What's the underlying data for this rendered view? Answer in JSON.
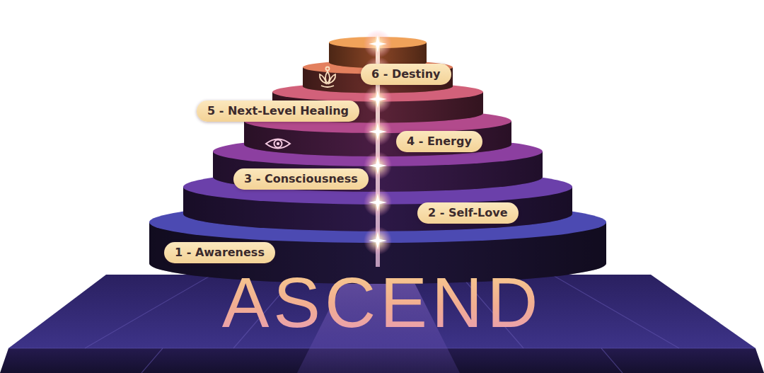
{
  "diagram": {
    "title": "ASCEND",
    "nodes": [
      {
        "text": [
          "6 - Destiny"
        ]
      },
      {
        "text": [
          "5 - Next-Level Healing"
        ]
      },
      {
        "text": [
          "4 - Energy"
        ]
      },
      {
        "text": [
          "3 - Consciousness"
        ]
      },
      {
        "text": [
          "2 - Self-Love"
        ]
      },
      {
        "text": [
          "1 - Awareness"
        ]
      }
    ]
  }
}
